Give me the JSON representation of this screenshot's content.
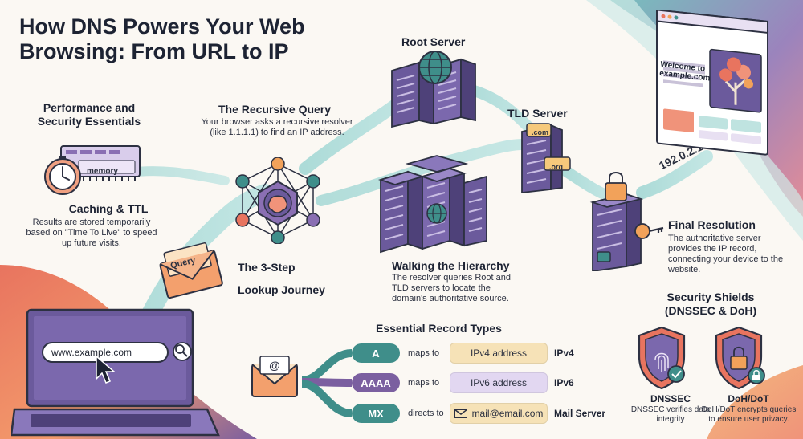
{
  "title": "How DNS Powers Your Web Browsing: From URL to IP",
  "performance": {
    "title": "Performance and Security Essentials",
    "memory_label": "memory",
    "caching_title": "Caching & TTL",
    "caching_text": "Results are stored temporarily based on \"Time To Live\" to speed up future visits."
  },
  "recursive": {
    "title": "The Recursive Query",
    "text": "Your browser asks a recursive resolver (like 1.1.1.1) to find an IP address."
  },
  "journey": {
    "title": "The 3-Step",
    "subtitle": "Lookup Journey",
    "query_label": "Query"
  },
  "root_server": {
    "label": "Root Server"
  },
  "tld_server": {
    "label": "TLD Server",
    "tags": [
      ".com",
      ".org"
    ]
  },
  "hierarchy": {
    "title": "Walking the Hierarchy",
    "text": "The resolver queries Root and TLD servers to locate the domain's authoritative source."
  },
  "final": {
    "ip": "192.0.2.1",
    "title": "Final Resolution",
    "text": "The authoritative server provides the IP record, connecting your device to the website."
  },
  "website": {
    "welcome": "Welcome to example.com"
  },
  "browser": {
    "url": "www.example.com"
  },
  "records": {
    "title": "Essential Record Types",
    "rows": [
      {
        "type": "A",
        "verb": "maps to",
        "target": "IPv4 address",
        "kind": "IPv4",
        "color": "#3f8e8a",
        "box_color": "#f6e2b7"
      },
      {
        "type": "AAAA",
        "verb": "maps to",
        "target": "IPv6 address",
        "kind": "IPv6",
        "color": "#7b5fa0",
        "box_color": "#e2d7f1"
      },
      {
        "type": "MX",
        "verb": "directs to",
        "target": "mail@email.com",
        "kind": "Mail Server",
        "color": "#3f8e8a",
        "box_color": "#f6e2b7"
      }
    ]
  },
  "security": {
    "title": "Security Shields (DNSSEC & DoH)",
    "dnssec_title": "DNSSEC",
    "dnssec_text": "DNSSEC verifies data integrity",
    "doh_title": "DoH/DoT",
    "doh_text": "DoH/DoT encrypts queries to ensure user privacy."
  },
  "colors": {
    "teal": "#3f8e8a",
    "purple": "#6b5a9c",
    "coral": "#e8745f",
    "orange": "#f2a25a",
    "stream": "#a9dcdc",
    "server": "#6b5a9c"
  }
}
